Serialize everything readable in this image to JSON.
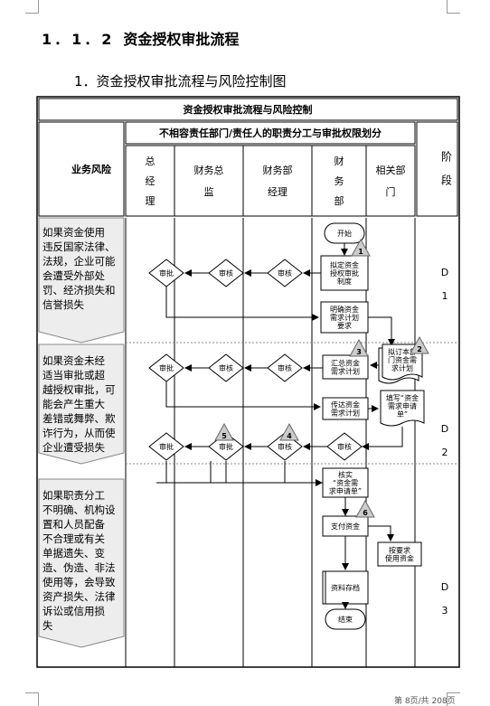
{
  "heading": {
    "number": "1．1．2",
    "title": "资金授权审批流程"
  },
  "subheading": "1．资金授权审批流程与风险控制图",
  "table": {
    "title": "资金授权审批流程与风险控制",
    "left_header": "业务风险",
    "resp_header": "不相容责任部门/责任人的职责分工与审批权限划分",
    "stage_header": [
      "阶",
      "段"
    ],
    "columns": [
      [
        "总",
        "经",
        "理"
      ],
      [
        "财务总",
        "监"
      ],
      [
        "财务部",
        "经理"
      ],
      [
        "财",
        "务",
        "部"
      ],
      [
        "相关部",
        "门"
      ]
    ]
  },
  "risks": [
    [
      "如果资金使用",
      "违反国家法律、",
      "法规，企业可能",
      "会遭受外部处",
      "罚、经济损失和",
      "信誉损失"
    ],
    [
      "如果资金未经",
      "适当审批或超",
      "越授权审批，可",
      "能会产生重大",
      "差错或舞弊、欺",
      "诈行为，从而使",
      "企业遭受损失"
    ],
    [
      "如果职责分工",
      "不明确、机构设",
      "置和人员配备",
      "不合理或有关",
      "单据遗失、变",
      "造、伪造、非法",
      "使用等，会导致",
      "资产损失、法律",
      "诉讼或信用损",
      "失"
    ]
  ],
  "stages": [
    [
      "D",
      "1"
    ],
    [
      "D",
      "2"
    ],
    [
      "D",
      "3"
    ]
  ],
  "flow": {
    "start": "开始",
    "end": "结束",
    "approve": "审批",
    "review": "审核",
    "draft_policy": [
      "拟定资金",
      "授权审批",
      "制度"
    ],
    "clarify_plan": [
      "明确资金",
      "需求计划",
      "要求"
    ],
    "compile_plan": [
      "汇总资金",
      "需求计划"
    ],
    "draft_dept_plan": [
      "拟订本部",
      "门资金需",
      "求计划"
    ],
    "transmit_plan": [
      "传达资金",
      "需求计划"
    ],
    "fill_request": [
      "填写“资金",
      "需求申请",
      "单”"
    ],
    "verify_request": [
      "核实",
      "“资金需",
      "求申请单”"
    ],
    "pay_funds": "支付资金",
    "use_funds": [
      "按要求",
      "使用资金"
    ],
    "archive": "资料存档",
    "markers": [
      "1",
      "2",
      "3",
      "4",
      "5",
      "6"
    ]
  },
  "footer": "第 8页/共 208页"
}
